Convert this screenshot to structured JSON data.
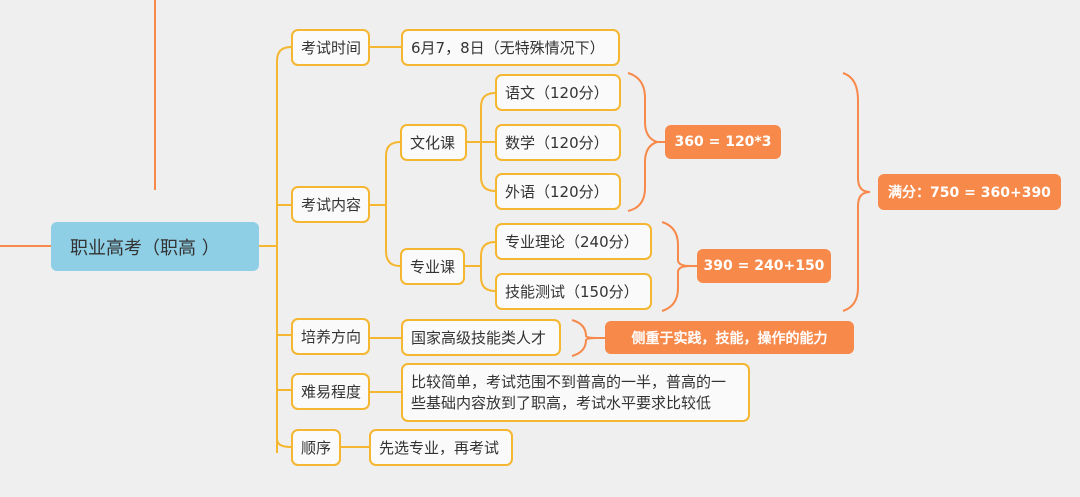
{
  "root": {
    "label": "职业高考（职高 ）"
  },
  "branches": {
    "exam_time": {
      "label": "考试时间",
      "value": "6月7，8日（无特殊情况下）"
    },
    "exam_content": {
      "label": "考试内容",
      "culture": {
        "label": "文化课",
        "subjects": [
          "语文（120分）",
          "数学（120分）",
          "外语（120分）"
        ],
        "total": "360 = 120*3"
      },
      "major": {
        "label": "专业课",
        "subjects": [
          "专业理论（240分）",
          "技能测试（150分）"
        ],
        "total": "390 = 240+150"
      },
      "full_score": "满分：750 = 360+390"
    },
    "training": {
      "label": "培养方向",
      "value": "国家高级技能类人才",
      "note": "侧重于实践，技能，操作的能力"
    },
    "difficulty": {
      "label": "难易程度",
      "value": "比较简单，考试范围不到普高的一半，普高的一些基础内容放到了职高，考试水平要求比较低"
    },
    "order": {
      "label": "顺序",
      "value": "先选专业，再考试"
    }
  },
  "colors": {
    "connector": "#f5b731",
    "accent": "#f7894a",
    "root_fill": "#8fcfe6"
  }
}
